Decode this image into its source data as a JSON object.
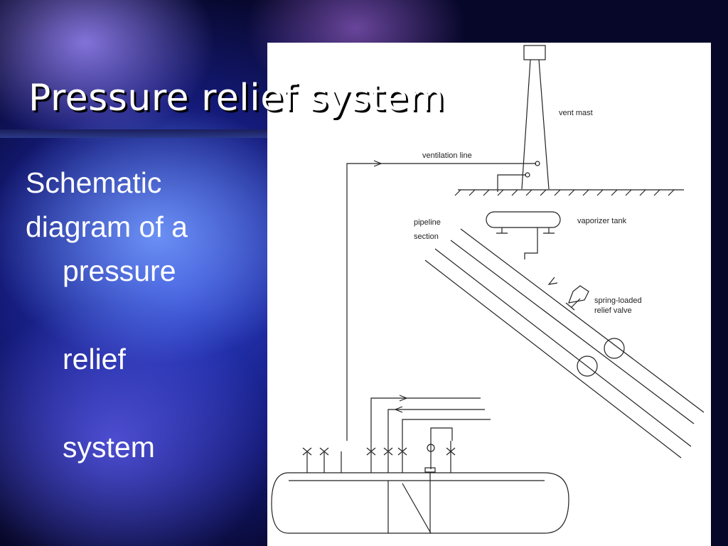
{
  "slide": {
    "title": "Pressure relief system",
    "body": {
      "line1": "Schematic",
      "line2": "diagram of a",
      "line3": "pressure",
      "line4": "relief",
      "line5": "system"
    }
  },
  "diagram": {
    "labels": {
      "vent_mast": "vent mast",
      "ventilation_line": "ventilation line",
      "pipeline_1": "pipeline",
      "pipeline_2": "section",
      "vaporizer_tank": "vaporizer tank",
      "relief_1": "spring-loaded",
      "relief_2": "relief valve"
    }
  },
  "colors": {
    "title": "#ffffff",
    "text": "#ffffff",
    "diagram_bg": "#ffffff",
    "line": "#222222"
  }
}
